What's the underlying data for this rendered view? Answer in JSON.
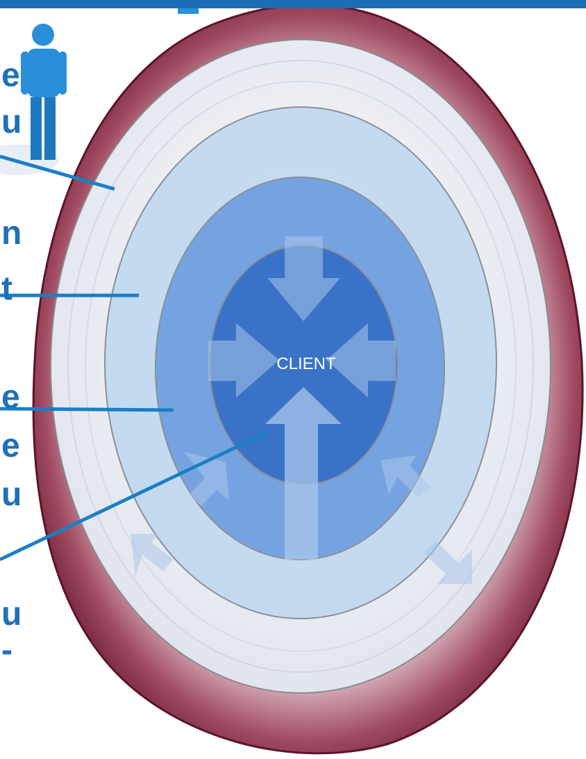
{
  "diagram": {
    "center_label": "CLIENT",
    "colors": {
      "accent_blue": "#1f70b8",
      "onion_skin": "#8a3a4e",
      "inner_core": "#3a72c8",
      "middle_ring": "#6e9ee0",
      "outer_ring": "#bcd6ee",
      "flesh": "#eceef4"
    },
    "edge_letters": [
      "e",
      "u",
      "n",
      "t",
      "e",
      "e",
      "u",
      "u",
      "-"
    ]
  }
}
